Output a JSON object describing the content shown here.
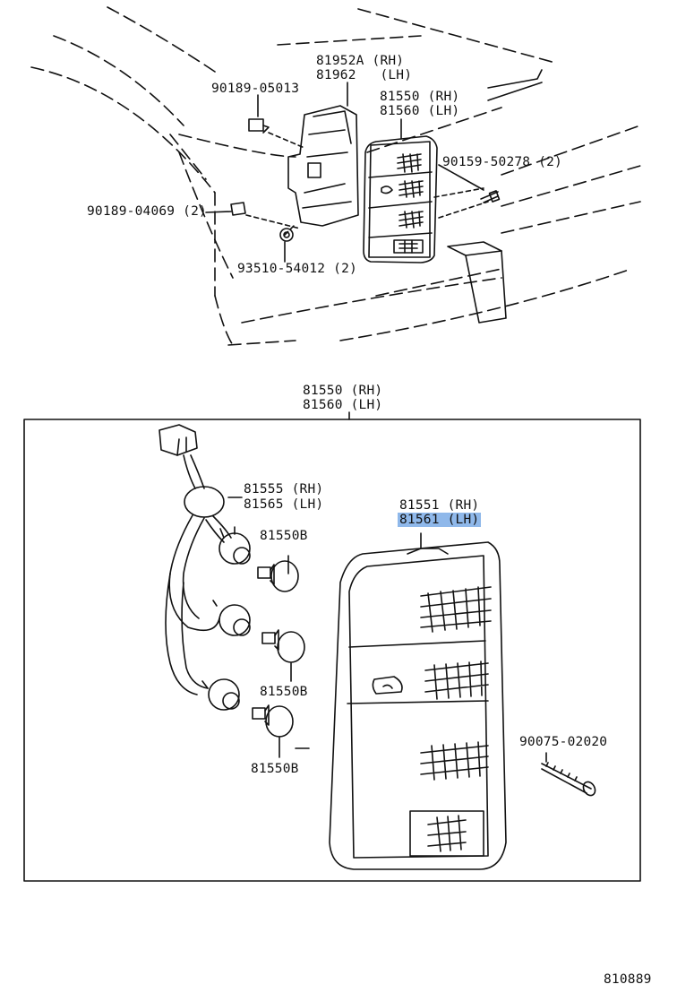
{
  "diagram_number": "810889",
  "labels": {
    "bracket_rh": "81952A (RH)",
    "bracket_lh": "81962   (LH)",
    "clip_top": "90189-05013",
    "lamp_top_rh": "81550 (RH)",
    "lamp_top_lh": "81560 (LH)",
    "screw_top": "90159-50278 (2)",
    "clip_left": "90189-04069 (2)",
    "nut": "93510-54012 (2)",
    "assy_rh": "81550 (RH)",
    "assy_lh": "81560 (LH)",
    "socket_rh": "81555 (RH)",
    "socket_lh": "81565 (LH)",
    "bulb_1": "81550B",
    "bulb_2": "81550B",
    "bulb_3": "81550B",
    "lens_rh": "81551 (RH)",
    "lens_lh": "81561 (LH)",
    "screw_lens": "90075-02020"
  },
  "colors": {
    "line": "#111111",
    "highlight": "#8fb8ea",
    "background": "#ffffff"
  }
}
